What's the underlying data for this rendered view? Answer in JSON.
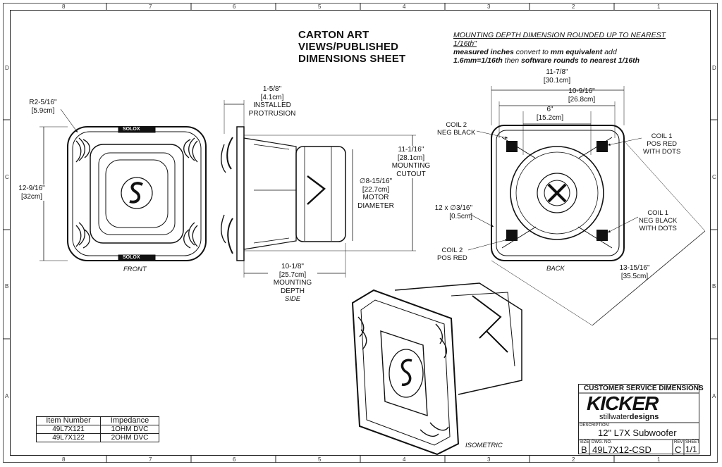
{
  "zones": {
    "top": [
      "8",
      "7",
      "6",
      "5",
      "4",
      "3",
      "2",
      "1"
    ],
    "bottom": [
      "8",
      "7",
      "6",
      "5",
      "4",
      "3",
      "2",
      "1"
    ],
    "left": [
      "D",
      "C",
      "B",
      "A"
    ],
    "right": [
      "D",
      "C",
      "B",
      "A"
    ]
  },
  "title": {
    "line1": "CARTON ART",
    "line2": "VIEWS/PUBLISHED",
    "line3": "DIMENSIONS SHEET"
  },
  "note": {
    "line1": "MOUNTING DEPTH DIMENSION ROUNDED UP TO NEAREST",
    "line2": "1/16th\"",
    "line3_a": "measured inches",
    "line3_b": " convert to ",
    "line3_c": "mm equivalent",
    "line3_d": " add",
    "line4_a": "1.6mm=1/16th",
    "line4_b": " then ",
    "line4_c": "software rounds to nearest 1/16th"
  },
  "front": {
    "radius": "R2-5/16\"",
    "radius_cm": "[5.9cm]",
    "height": "12-9/16\"",
    "height_cm": "[32cm]",
    "caption": "FRONT",
    "brand_top": "SOLOX",
    "brand_bottom": "SOLOX"
  },
  "side": {
    "protrusion": "1-5/8\"",
    "protrusion_cm": "[4.1cm]",
    "protrusion_label1": "INSTALLED",
    "protrusion_label2": "PROTRUSION",
    "cutout": "11-1/16\"",
    "cutout_cm": "[28.1cm]",
    "cutout_label1": "MOUNTING",
    "cutout_label2": "CUTOUT",
    "motor": "∅8-15/16\"",
    "motor_cm": "[22.7cm]",
    "motor_label1": "MOTOR",
    "motor_label2": "DIAMETER",
    "depth": "10-1/8\"",
    "depth_cm": "[25.7cm]",
    "depth_label1": "MOUNTING",
    "depth_label2": "DEPTH",
    "caption": "SIDE"
  },
  "back": {
    "width": "11-7/8\"",
    "width_cm": "[30.1cm]",
    "bolt": "10-9/16\"",
    "bolt_cm": "[26.8cm]",
    "inner": "6\"",
    "inner_cm": "[15.2cm]",
    "holes": "12 x ∅3/16\"",
    "holes_cm": "[0.5cm]",
    "diag": "13-15/16\"",
    "diag_cm": "[35.5cm]",
    "coil2neg1": "COIL 2",
    "coil2neg2": "NEG BLACK",
    "coil1pos1": "COIL 1",
    "coil1pos2": "POS RED",
    "coil1pos3": "WITH DOTS",
    "coil1neg1": "COIL 1",
    "coil1neg2": "NEG BLACK",
    "coil1neg3": "WITH DOTS",
    "coil2pos1": "COIL 2",
    "coil2pos2": "POS RED",
    "caption": "BACK"
  },
  "iso": {
    "caption": "ISOMETRIC"
  },
  "items_table": {
    "headers": [
      "Item Number",
      "Impedance"
    ],
    "rows": [
      [
        "49L7X121",
        "1OHM DVC"
      ],
      [
        "49L7X122",
        "2OHM DVC"
      ]
    ]
  },
  "title_block": {
    "header": "CUSTOMER SERVICE DIMENSIONS",
    "logo": "KICKER",
    "logo_sub_a": "stillwater",
    "logo_sub_b": "designs",
    "desc_label": "DESCRIPTION:",
    "description": "12\" L7X Subwoofer",
    "size_label": "SIZE",
    "size": "B",
    "dwg_label": "DWG. NO.",
    "dwg": "49L7X12-CSD",
    "rev_label": "REV",
    "rev": "C",
    "sheet_label": "SHEET",
    "sheet": "1/1"
  }
}
